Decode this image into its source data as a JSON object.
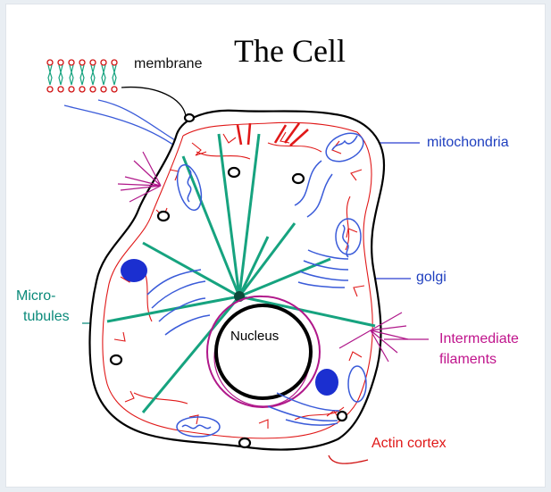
{
  "title": "The Cell",
  "labels": {
    "membrane": "membrane",
    "mitochondria": "mitochondria",
    "golgi": "golgi",
    "microtubules_line1": "Micro-",
    "microtubules_line2": "tubules",
    "intermediate_line1": "Intermediate",
    "intermediate_line2": "filaments",
    "actin": "Actin cortex",
    "nucleus": "Nucleus"
  },
  "colors": {
    "membrane": "#000000",
    "actin": "#e01818",
    "microtubules": "#16a37f",
    "mitochondria": "#3a5bd9",
    "intermediate_filaments": "#b0188a",
    "nucleus_fill": "#ffffff",
    "organelle_dark": "#1b2fd0"
  }
}
